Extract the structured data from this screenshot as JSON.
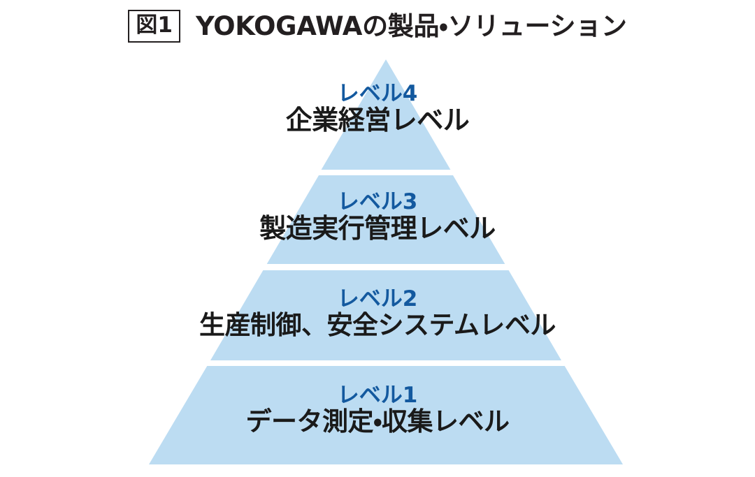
{
  "header": {
    "figure_tag": "図1",
    "title": "YOKOGAWAの製品・ソリューション"
  },
  "colors": {
    "pyramid_fill": "#bcdcf2",
    "tier_text": "#13599f",
    "body_text": "#1a1a1a",
    "title_text": "#231f20",
    "background": "#ffffff",
    "separator": "#ffffff"
  },
  "chart_data": {
    "type": "pyramid",
    "title": "YOKOGAWAの製品・ソリューション",
    "figure_label": "図1",
    "orientation": "apex-top",
    "level_count": 4,
    "levels": [
      {
        "tier": "レベル4",
        "name": "企業経営レベル",
        "rank": 4
      },
      {
        "tier": "レベル3",
        "name": "製造実行管理レベル",
        "rank": 3
      },
      {
        "tier": "レベル2",
        "name": "生産制御、安全システムレベル",
        "rank": 2
      },
      {
        "tier": "レベル1",
        "name": "データ測定・収集レベル",
        "rank": 1
      }
    ]
  },
  "pyramid": {
    "levels": [
      {
        "tier": "レベル4",
        "name": "企業経営レベル"
      },
      {
        "tier": "レベル3",
        "name": "製造実行管理レベル"
      },
      {
        "tier": "レベル2",
        "name": "生産制御、安全システムレベル"
      },
      {
        "tier": "レベル1",
        "name": "データ測定・収集レベル"
      }
    ]
  }
}
